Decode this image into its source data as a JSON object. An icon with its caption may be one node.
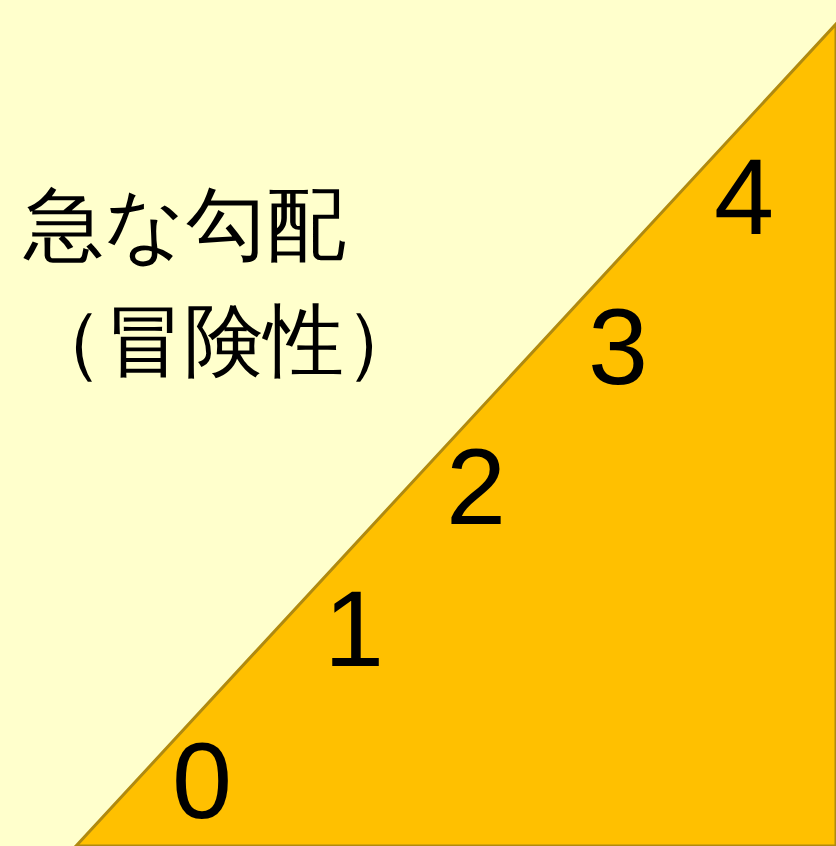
{
  "diagram": {
    "labels": [
      "4",
      "急な勾配（冒険性）",
      "3",
      "2",
      "1",
      "0"
    ]
  }
}
